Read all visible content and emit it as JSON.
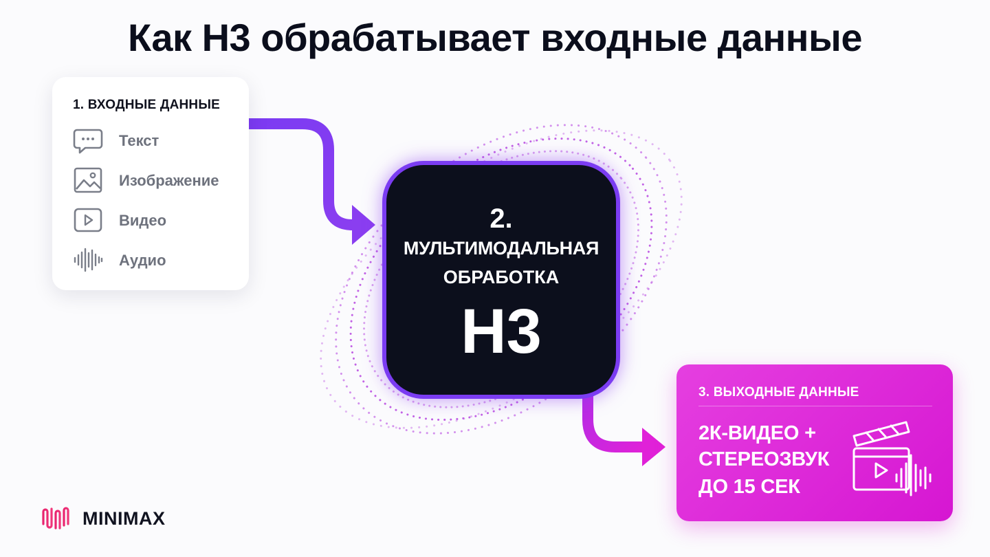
{
  "title": "Как Н3 обрабатывает входные данные",
  "input": {
    "heading": "1. ВХОДНЫЕ ДАННЫЕ",
    "items": [
      {
        "icon": "chat-bubble-icon",
        "label": "Текст"
      },
      {
        "icon": "image-icon",
        "label": "Изображение"
      },
      {
        "icon": "video-play-icon",
        "label": "Видео"
      },
      {
        "icon": "audio-wave-icon",
        "label": "Аудио"
      }
    ]
  },
  "core": {
    "number": "2.",
    "line1": "МУЛЬТИМОДАЛЬНАЯ",
    "line2": "ОБРАБОТКА",
    "line3": "Н3"
  },
  "output": {
    "heading": "3. ВЫХОДНЫЕ ДАННЫЕ",
    "lines": [
      "2К-ВИДЕО +",
      "СТЕРЕОЗВУК",
      "ДО 15 СЕК"
    ],
    "icon": "clapperboard-audio-icon"
  },
  "logo": {
    "text": "MINIMAX",
    "icon": "minimax-wave-logo"
  },
  "colors": {
    "purple": "#7b3cf2",
    "magenta": "#d91ed6",
    "dark": "#0c0f1c",
    "muted": "#6e727d"
  }
}
